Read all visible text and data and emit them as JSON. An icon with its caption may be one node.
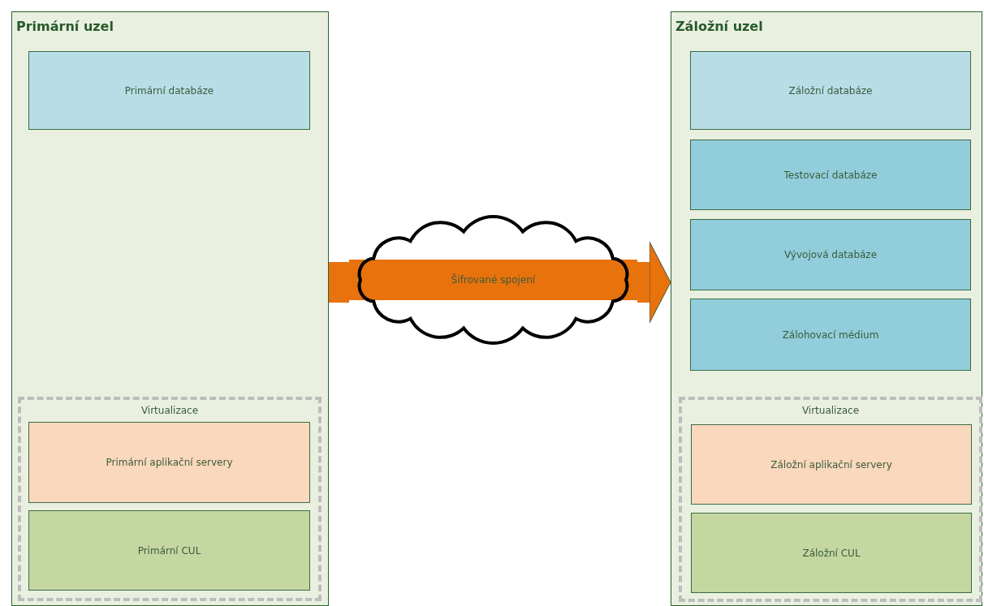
{
  "diagram": {
    "nodes": [
      {
        "text": [
          "Primární uzel"
        ]
      },
      {
        "text": [
          "Primární databáze"
        ],
        "in": 0
      },
      {
        "text": [
          "Virtualizace"
        ],
        "in": 0
      },
      {
        "text": [
          "Primární aplikační servery"
        ],
        "in": 2
      },
      {
        "text": [
          "Primární CUL"
        ],
        "in": 2
      },
      {
        "text": [
          "Šifrované spojení"
        ]
      },
      {
        "text": [
          "Záložní uzel"
        ]
      },
      {
        "text": [
          "Záložní databáze"
        ],
        "in": 6
      },
      {
        "text": [
          "Testovací databáze"
        ],
        "in": 6
      },
      {
        "text": [
          "Vývojová databáze"
        ],
        "in": 6
      },
      {
        "text": [
          "Zálohovací médium"
        ],
        "in": 6
      },
      {
        "text": [
          "Virtualizace"
        ],
        "in": 6
      },
      {
        "text": [
          "Záložní aplikační servery"
        ],
        "in": 11
      },
      {
        "text": [
          "Záložní CUL"
        ],
        "in": 11
      }
    ],
    "edges": [
      {
        "from": 0,
        "to": 5,
        "arrow": "none"
      },
      {
        "from": 5,
        "to": 6,
        "arrow": "to"
      }
    ]
  }
}
